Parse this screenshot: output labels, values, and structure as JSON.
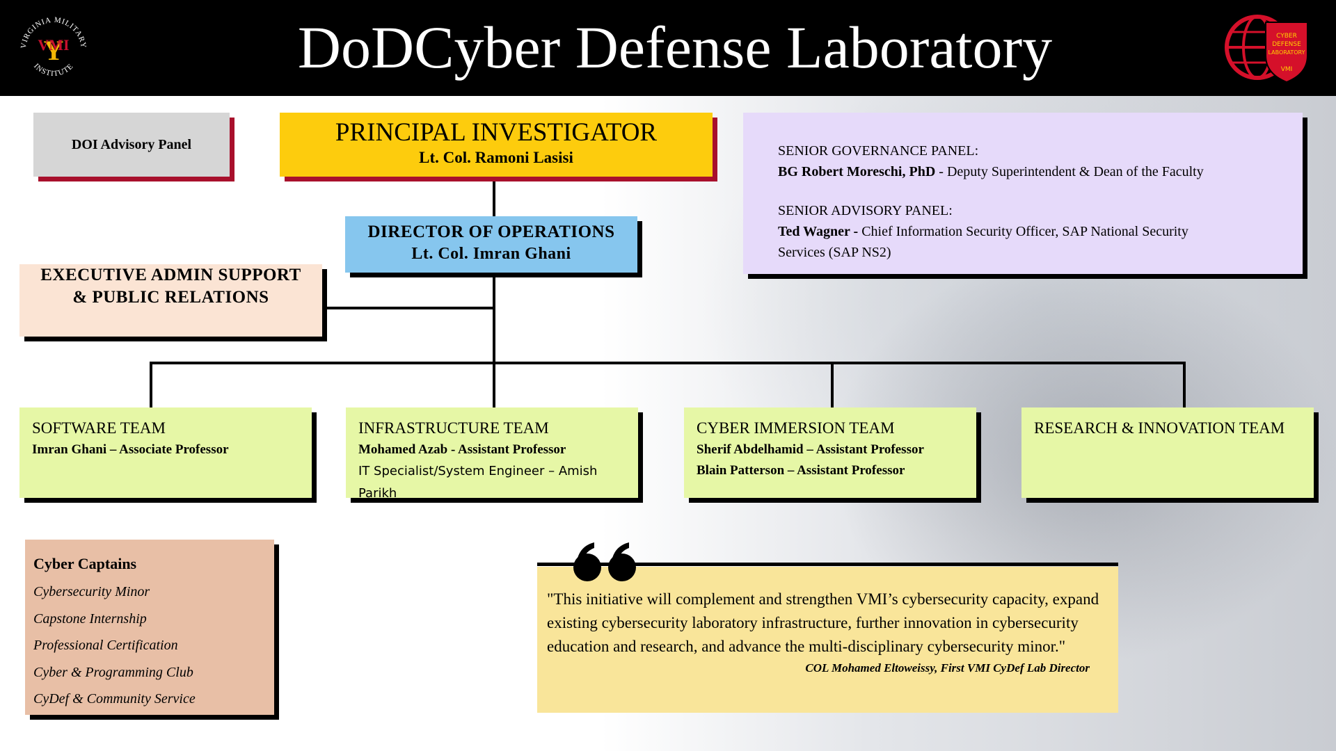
{
  "header": {
    "title": "DoDCyber Defense Laboratory"
  },
  "logos": {
    "vmi": {
      "text": "VIRGINIA MILITARY INSTITUTE",
      "monogram": "VMI",
      "colors": [
        "#c8102e",
        "#f2b705"
      ]
    },
    "cdl": {
      "text": "CYBER DEFENSE LABORATORY",
      "sub": "VMI",
      "color": "#d5102a"
    }
  },
  "doi_panel": {
    "label": "DOI Advisory Panel"
  },
  "principal_investigator": {
    "title": "PRINCIPAL INVESTIGATOR",
    "name": "Lt. Col. Ramoni Lasisi"
  },
  "director_of_operations": {
    "title": "DIRECTOR OF OPERATIONS",
    "name": "Lt. Col. Imran Ghani"
  },
  "executive_admin": {
    "line1": "EXECUTIVE ADMIN SUPPORT",
    "line2": "& PUBLIC RELATIONS"
  },
  "governance": {
    "senior_governance_heading": "SENIOR GOVERNANCE PANEL:",
    "senior_governance_name": "BG Robert Moreschi, PhD",
    "senior_governance_role": " - Deputy Superintendent & Dean of the Faculty",
    "senior_advisory_heading": "SENIOR ADVISORY PANEL:",
    "senior_advisory_name": "Ted  Wagner -",
    "senior_advisory_role_line1": " Chief Information Security Officer,  SAP National Security",
    "senior_advisory_role_line2": "Services (SAP NS2)"
  },
  "teams": {
    "software": {
      "name": "SOFTWARE TEAM",
      "member1": "Imran Ghani – Associate Professor"
    },
    "infrastructure": {
      "name": "INFRASTRUCTURE TEAM",
      "member1": "Mohamed Azab - Assistant Professor",
      "member2": "IT Specialist/System Engineer – Amish Parikh"
    },
    "cyber_immersion": {
      "name": "CYBER IMMERSION TEAM",
      "member1": "Sherif Abdelhamid – Assistant Professor",
      "member2": "Blain Patterson – Assistant Professor"
    },
    "research": {
      "name": "RESEARCH & INNOVATION TEAM"
    }
  },
  "cyber_captains": {
    "title": "Cyber Captains",
    "items": [
      "Cybersecurity Minor",
      "Capstone  Internship",
      "Professional Certification",
      "Cyber & Programming Club",
      "CyDef & Community Service"
    ]
  },
  "quote": {
    "text": "\"This initiative will complement and strengthen VMI’s cybersecurity capacity, expand existing cybersecurity laboratory infrastructure, further innovation in cybersecurity education and research, and advance the multi-disciplinary cybersecurity minor.\"",
    "author": "COL Mohamed Eltoweissy, First VMI CyDef Lab Director"
  }
}
